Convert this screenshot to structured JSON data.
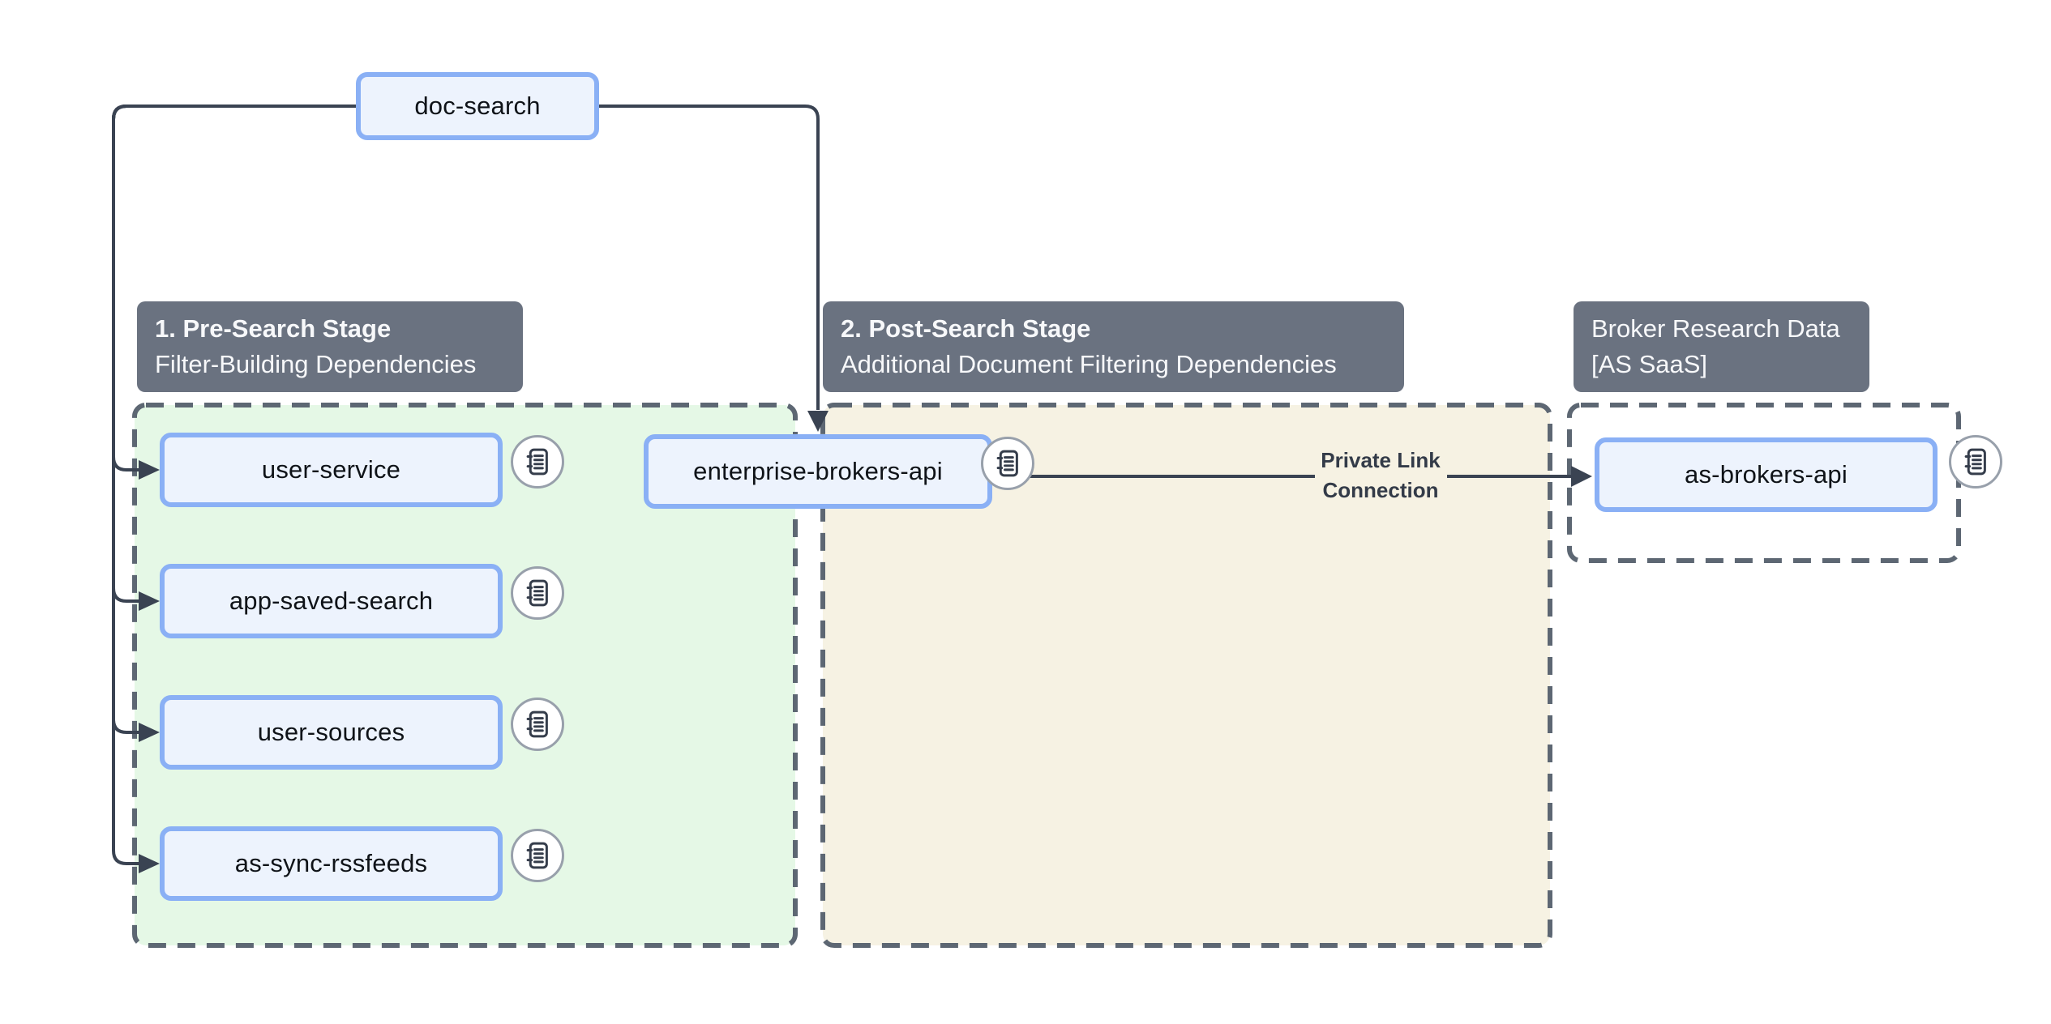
{
  "nodes": {
    "doc_search": "doc-search",
    "user_service": "user-service",
    "app_saved_search": "app-saved-search",
    "user_sources": "user-sources",
    "as_sync_rssfeeds": "as-sync-rssfeeds",
    "enterprise_brokers_api": "enterprise-brokers-api",
    "as_brokers_api": "as-brokers-api"
  },
  "groups": {
    "pre_search": {
      "title": "1. Pre-Search Stage",
      "subtitle": "Filter-Building Dependencies"
    },
    "post_search": {
      "title": "2. Post-Search Stage",
      "subtitle": "Additional Document Filtering Dependencies"
    },
    "broker_saas": {
      "title": "Broker Research Data",
      "subtitle": "[AS SaaS]"
    }
  },
  "edge_labels": {
    "private_link": {
      "line1": "Private Link",
      "line2": "Connection"
    }
  },
  "edges": [
    {
      "from": "doc-search",
      "to": "user-service"
    },
    {
      "from": "doc-search",
      "to": "app-saved-search"
    },
    {
      "from": "doc-search",
      "to": "user-sources"
    },
    {
      "from": "doc-search",
      "to": "as-sync-rssfeeds"
    },
    {
      "from": "doc-search",
      "to": "enterprise-brokers-api"
    },
    {
      "from": "enterprise-brokers-api",
      "to": "as-brokers-api",
      "label": "Private Link Connection"
    }
  ],
  "icons": {
    "node_badge": "notebook-text-icon"
  },
  "colors": {
    "background": "#ffffff",
    "node_fill": "#edf3fd",
    "node_border": "#8ab0f5",
    "node_text": "#0f1318",
    "edge_stroke": "#3a4352",
    "group_label_bg": "#6a7280",
    "group_label_text": "#f7f8fa",
    "pre_search_fill": "#e5f8e6",
    "post_search_fill": "#f6f2e3",
    "broker_saas_fill": "none",
    "dashed_border": "#5d6773",
    "icon_circle_border": "#98a0ab",
    "icon_glyph": "#353d4b",
    "edge_label_text": "#333b48"
  }
}
